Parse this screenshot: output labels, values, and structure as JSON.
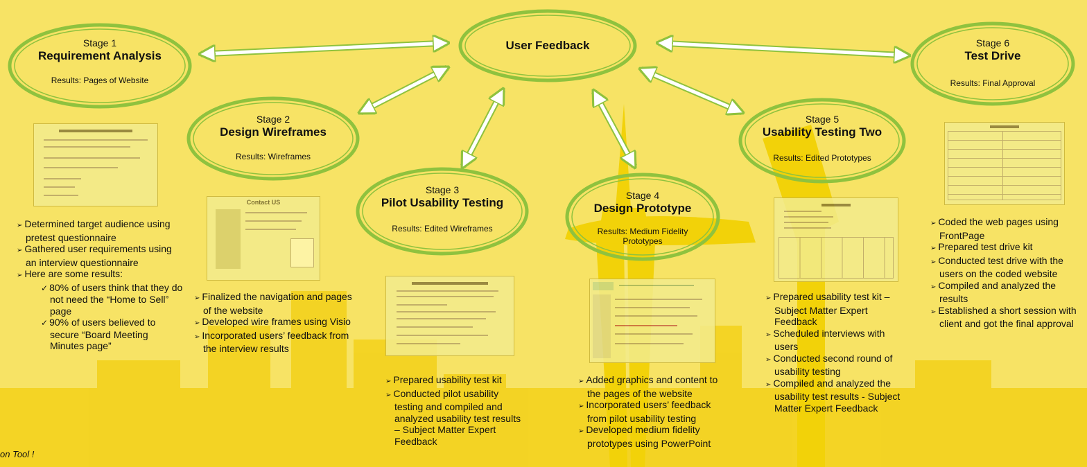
{
  "center": {
    "title": "User Feedback"
  },
  "stages": [
    {
      "number": "Stage 1",
      "title": "Requirement Analysis",
      "result": "Results: Pages of Website",
      "bullets": [
        "Determined target audience using pretest questionnaire",
        "Gathered user requirements using an interview questionnaire",
        "Here are some results:"
      ],
      "sub_bullets": [
        "80% of users think that they do not need the “Home to Sell” page",
        "90% of  users believed to secure “Board Meeting Minutes page”"
      ]
    },
    {
      "number": "Stage 2",
      "title": "Design Wireframes",
      "result": "Results: Wireframes",
      "thumb_title": "Contact US",
      "bullets": [
        "Finalized the navigation and pages of the website",
        "Developed wire frames using Visio",
        "Incorporated users’ feedback from the interview results"
      ]
    },
    {
      "number": "Stage 3",
      "title": "Pilot Usability Testing",
      "result": "Results: Edited Wireframes",
      "bullets": [
        "Prepared usability test kit",
        "Conducted pilot usability testing and compiled and analyzed usability test results – Subject Matter Expert Feedback"
      ]
    },
    {
      "number": "Stage 4",
      "title": "Design Prototype",
      "result": "Results: Medium Fidelity Prototypes",
      "bullets": [
        "Added graphics and content to the pages of the website",
        "Incorporated users’ feedback from pilot usability testing",
        "Developed medium fidelity prototypes using PowerPoint"
      ]
    },
    {
      "number": "Stage 5",
      "title": "Usability Testing Two",
      "result": "Results: Edited Prototypes",
      "bullets": [
        "Prepared usability test kit – Subject Matter Expert Feedback",
        "Scheduled interviews with users",
        "Conducted second round of usability testing",
        "Compiled and analyzed the usability test results - Subject Matter Expert Feedback"
      ]
    },
    {
      "number": "Stage 6",
      "title": "Test Drive",
      "result": "Results: Final Approval",
      "bullets": [
        "Coded the web pages using FrontPage",
        "Prepared test drive kit",
        "Conducted test drive with the users on the coded website",
        "Compiled and analyzed the results",
        "Established a short session with client and got the final approval"
      ]
    }
  ],
  "footer_note": "on Tool !",
  "colors": {
    "background": "#f7e365",
    "skyline": "#f3cf1a",
    "needle": "#f0d000",
    "oval_stroke": "#8fc23e",
    "arrow_stroke": "#8fc23e",
    "arrow_fill": "#ffffff"
  }
}
